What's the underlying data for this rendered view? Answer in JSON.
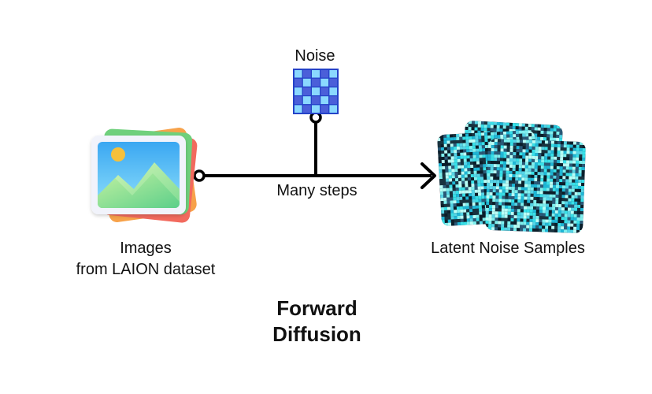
{
  "noise": {
    "label": "Noise"
  },
  "edge": {
    "label": "Many steps"
  },
  "source": {
    "line1": "Images",
    "line2": "from LAION dataset"
  },
  "target": {
    "label": "Latent Noise Samples"
  },
  "title": {
    "line1": "Forward",
    "line2": "Diffusion"
  },
  "colors": {
    "line": "#000000",
    "noise_light": "#8ad8ff",
    "noise_dark": "#4b5fd9",
    "noise_border": "#2442c8",
    "photo_sky": "#5dc8f5",
    "photo_sun": "#f6c03b",
    "photo_hill": "#8ee28c",
    "card_green": "#6fd07c",
    "card_red": "#f26a5e",
    "card_orange": "#f7a24a",
    "static_cyan": "#38e0e8"
  }
}
